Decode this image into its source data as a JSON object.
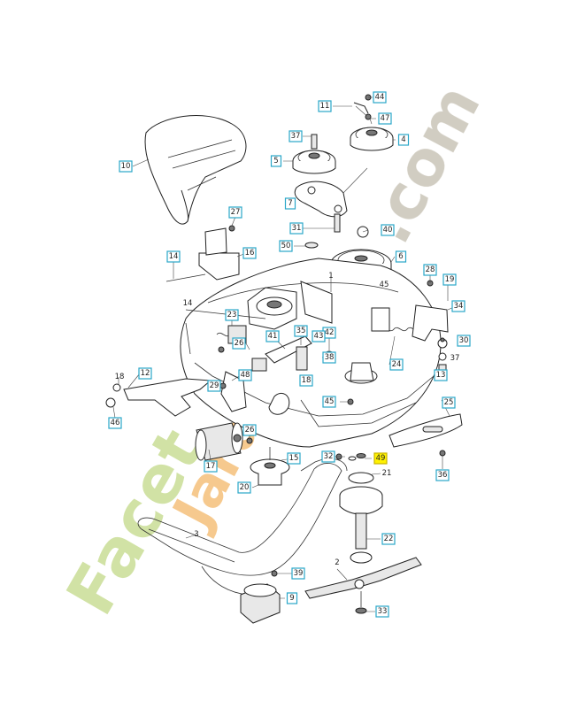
{
  "watermark": {
    "text_left": "Facet",
    "text_right": "Jardin",
    "suffix": ".com",
    "colors": {
      "green": "#c9dd95",
      "orange": "#f5c07a",
      "grey": "#c9c4b7"
    }
  },
  "labels": [
    {
      "id": "p44",
      "text": "44"
    },
    {
      "id": "p11",
      "text": "11"
    },
    {
      "id": "p47",
      "text": "47"
    },
    {
      "id": "p4",
      "text": "4"
    },
    {
      "id": "p37a",
      "text": "37"
    },
    {
      "id": "p5",
      "text": "5"
    },
    {
      "id": "p10",
      "text": "10"
    },
    {
      "id": "p7",
      "text": "7"
    },
    {
      "id": "p27",
      "text": "27"
    },
    {
      "id": "p31",
      "text": "31"
    },
    {
      "id": "p40",
      "text": "40"
    },
    {
      "id": "p50",
      "text": "50"
    },
    {
      "id": "p6",
      "text": "6"
    },
    {
      "id": "p14",
      "text": "14"
    },
    {
      "id": "p16",
      "text": "16"
    },
    {
      "id": "p1",
      "text": "1"
    },
    {
      "id": "p28",
      "text": "28"
    },
    {
      "id": "p19",
      "text": "19"
    },
    {
      "id": "p34",
      "text": "34"
    },
    {
      "id": "p23",
      "text": "23"
    },
    {
      "id": "p41",
      "text": "41"
    },
    {
      "id": "p35",
      "text": "35"
    },
    {
      "id": "p42",
      "text": "42"
    },
    {
      "id": "p43",
      "text": "43"
    },
    {
      "id": "p38",
      "text": "38"
    },
    {
      "id": "p26",
      "text": "26"
    },
    {
      "id": "p30",
      "text": "30"
    },
    {
      "id": "p24",
      "text": "24"
    },
    {
      "id": "p13",
      "text": "13"
    },
    {
      "id": "p12",
      "text": "12"
    },
    {
      "id": "p48",
      "text": "48"
    },
    {
      "id": "p18b",
      "text": "18"
    },
    {
      "id": "p29",
      "text": "29"
    },
    {
      "id": "p45b",
      "text": "45"
    },
    {
      "id": "p46",
      "text": "46"
    },
    {
      "id": "p25",
      "text": "25"
    },
    {
      "id": "p17",
      "text": "17"
    },
    {
      "id": "p2b",
      "text": "26"
    },
    {
      "id": "p15",
      "text": "15"
    },
    {
      "id": "p32",
      "text": "32"
    },
    {
      "id": "p49",
      "text": "49"
    },
    {
      "id": "p21",
      "text": "21"
    },
    {
      "id": "p36",
      "text": "36"
    },
    {
      "id": "p20",
      "text": "20"
    },
    {
      "id": "p3",
      "text": "3"
    },
    {
      "id": "p22",
      "text": "22"
    },
    {
      "id": "p2",
      "text": "2"
    },
    {
      "id": "p39",
      "text": "39"
    },
    {
      "id": "p9",
      "text": "9"
    },
    {
      "id": "p33",
      "text": "33"
    }
  ],
  "plain_labels": [
    {
      "id": "t45",
      "text": "45"
    },
    {
      "id": "t14",
      "text": "14"
    },
    {
      "id": "t18",
      "text": "18"
    },
    {
      "id": "t37",
      "text": "37"
    }
  ]
}
